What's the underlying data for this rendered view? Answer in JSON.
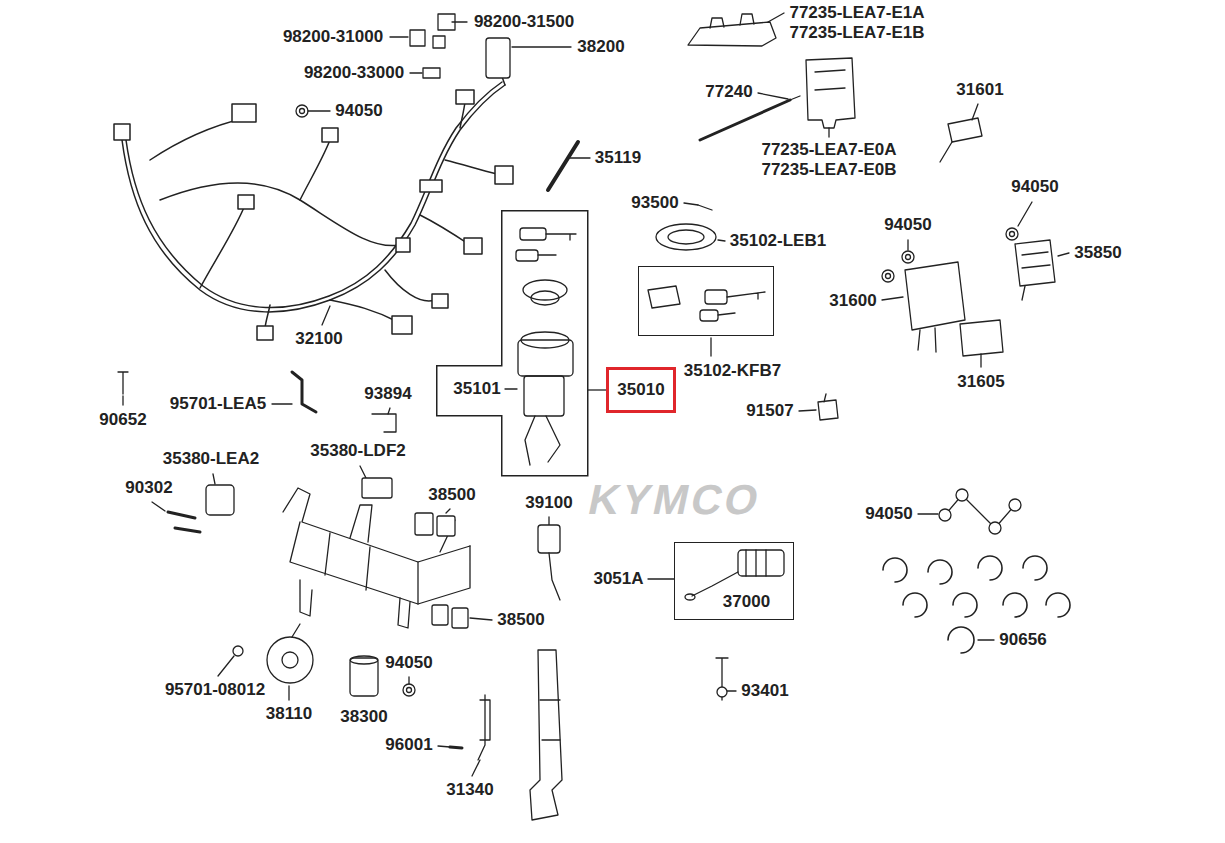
{
  "diagram": {
    "nodes": [
      {
        "text": [
          "35101"
        ]
      },
      {
        "text": [
          "35010"
        ]
      },
      {
        "text": [
          "35102-KFB7"
        ]
      },
      {
        "text": [
          "3051A",
          "37000"
        ]
      }
    ],
    "edges": [
      {
        "from": 1,
        "to": 0,
        "arrow": "none"
      }
    ],
    "labels": [
      "98200-31000",
      "98200-31500",
      "38200",
      "98200-33000",
      "94050",
      "35119",
      "77235-LEA7-E1A",
      "77235-LEA7-E1B",
      "77240",
      "77235-LEA7-E0A",
      "77235-LEA7-E0B",
      "31601",
      "93500",
      "35102-LEB1",
      "94050",
      "94050",
      "35850",
      "31600",
      "31605",
      "32100",
      "90652",
      "95701-LEA5",
      "93894",
      "35380-LDF2",
      "35380-LEA2",
      "90302",
      "38500",
      "39100",
      "91507",
      "94050",
      "38500",
      "95701-08012",
      "38110",
      "38300",
      "94050",
      "96001",
      "31340",
      "93401",
      "90656",
      "KYMCO"
    ]
  }
}
